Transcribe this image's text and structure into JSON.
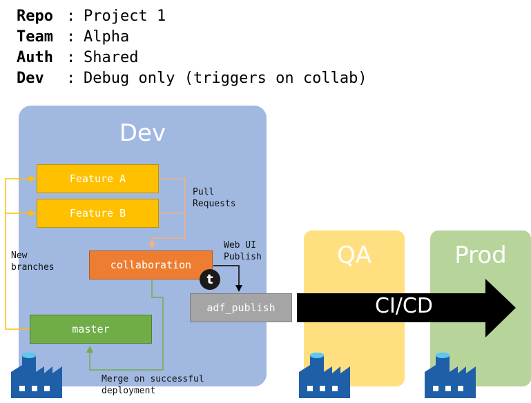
{
  "info": [
    {
      "key": "Repo",
      "value": "Project 1"
    },
    {
      "key": "Team",
      "value": "Alpha"
    },
    {
      "key": "Auth",
      "value": "Shared"
    },
    {
      "key": "Dev",
      "value": "Debug only (triggers on collab)"
    }
  ],
  "info_separator": ":",
  "environments": {
    "dev": "Dev",
    "qa": "QA",
    "prod": "Prod"
  },
  "branches": {
    "feature_a": "Feature A",
    "feature_b": "Feature B",
    "collaboration": "collaboration",
    "master": "master",
    "adf_publish": "adf_publish"
  },
  "annotations": {
    "pull_requests": "Pull\nRequests",
    "web_ui_publish": "Web UI\nPublish",
    "new_branches": "New\nbranches",
    "merge": "Merge on successful\ndeployment",
    "trigger": "t"
  },
  "pipeline_label": "CI/CD",
  "colors": {
    "dev_bg": "#a1b8e1",
    "qa_bg": "#ffdf80",
    "prod_bg": "#b7d49b",
    "feature": "#ffc000",
    "collaboration": "#ed7d31",
    "master": "#70ad47",
    "adf_publish": "#a5a5a5",
    "arrow": "#000000",
    "factory": "#1f5fa8"
  },
  "icons": [
    "data-factory-icon",
    "data-factory-icon",
    "data-factory-icon"
  ]
}
